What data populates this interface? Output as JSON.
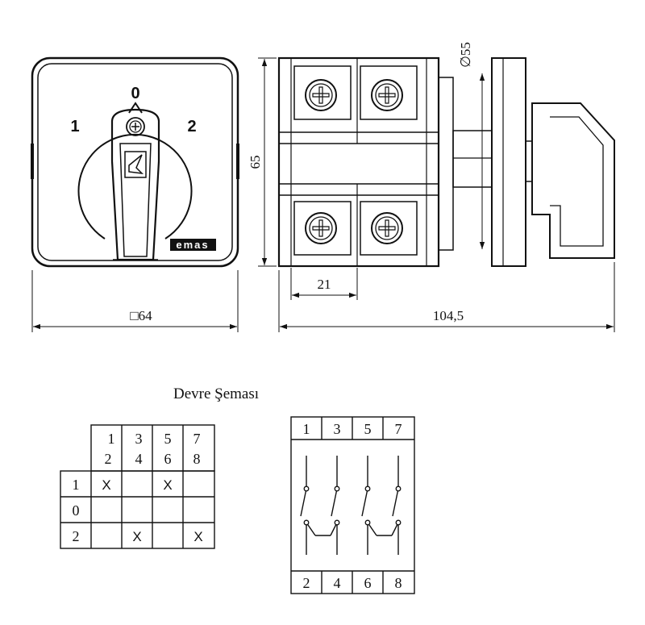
{
  "front_view": {
    "position_labels": {
      "off": "0",
      "left": "1",
      "right": "2"
    },
    "brand": "emas",
    "width_dim": "□64"
  },
  "side_view": {
    "height_dim": "65",
    "diameter_dim": "∅55",
    "pitch_dim": "21",
    "length_dim": "104,5"
  },
  "schema": {
    "title": "Devre Şeması",
    "table": {
      "column_headers": [
        {
          "top": "1",
          "bottom": "2"
        },
        {
          "top": "3",
          "bottom": "4"
        },
        {
          "top": "5",
          "bottom": "6"
        },
        {
          "top": "7",
          "bottom": "8"
        }
      ],
      "rows": [
        {
          "label": "1",
          "cells": [
            "X",
            "",
            "X",
            ""
          ]
        },
        {
          "label": "0",
          "cells": [
            "",
            "",
            "",
            ""
          ]
        },
        {
          "label": "2",
          "cells": [
            "",
            "X",
            "",
            "X"
          ]
        }
      ]
    },
    "wiring": {
      "top_terminals": [
        "1",
        "3",
        "5",
        "7"
      ],
      "bottom_terminals": [
        "2",
        "4",
        "6",
        "8"
      ]
    }
  }
}
